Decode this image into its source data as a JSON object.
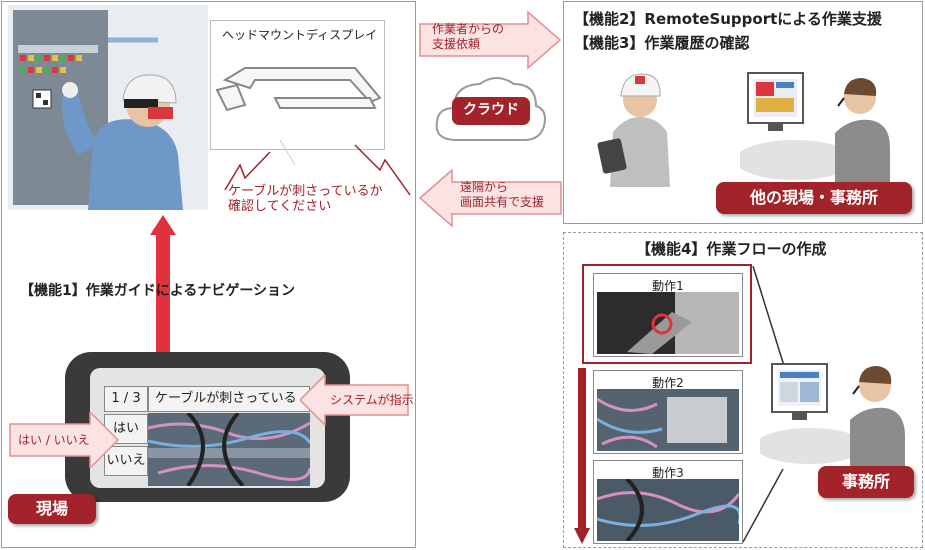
{
  "site": {
    "hmd_label": "ヘッドマウントディスプレイ",
    "bubble_text_line1": "ケーブルが刺さっているか",
    "bubble_text_line2": "確認してください",
    "feature1_title": "【機能1】作業ガイドによるナビゲーション",
    "tablet": {
      "step": "1 / 3",
      "question": "ケーブルが刺さっているか",
      "yes": "はい",
      "no": "いいえ"
    },
    "system_callout": "システムが指示",
    "answer_callout": "はい / いいえ",
    "site_badge": "現場"
  },
  "middle": {
    "request_line1": "作業者からの",
    "request_line2": "支援依頼",
    "cloud_label": "クラウド",
    "remote_line1": "遠隔から",
    "remote_line2": "画面共有で支援"
  },
  "remote_panel": {
    "title_line1": "【機能2】RemoteSupportによる作業支援",
    "title_line2": "【機能3】作業履歴の確認",
    "badge": "他の現場・事務所"
  },
  "flow_panel": {
    "title": "【機能4】作業フローの作成",
    "steps": [
      "動作1",
      "動作2",
      "動作3"
    ],
    "badge": "事務所"
  },
  "colors": {
    "accent": "#a3232b",
    "arrow_fill": "#fbe3e3",
    "arrow_stroke": "#e58e8e"
  }
}
